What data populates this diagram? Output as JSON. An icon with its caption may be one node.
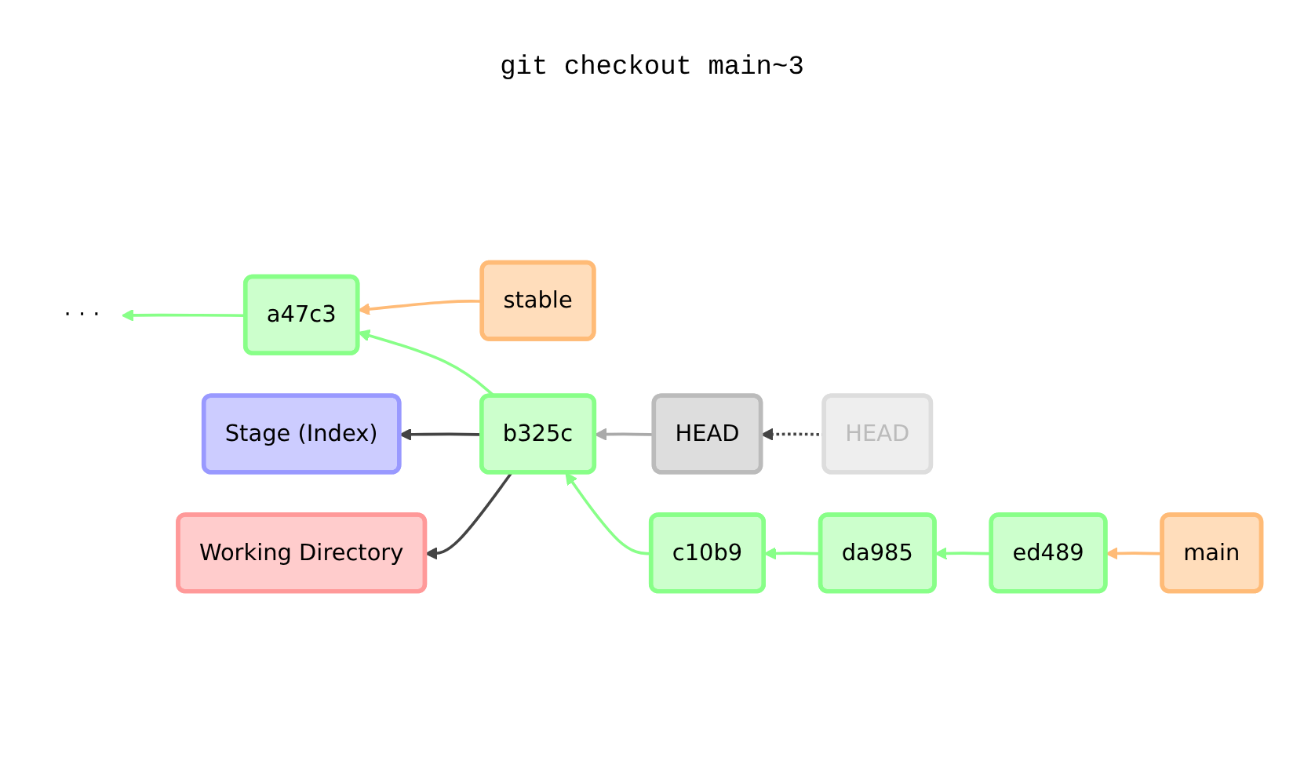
{
  "diagram": {
    "title": "git checkout main~3",
    "nodes": [
      {
        "text": [
          "· · ·"
        ]
      },
      {
        "text": [
          "HEAD"
        ]
      },
      {
        "text": [
          "stable"
        ]
      },
      {
        "text": [
          "HEAD"
        ]
      },
      {
        "text": [
          "main"
        ]
      },
      {
        "text": [
          "a47c3"
        ]
      },
      {
        "text": [
          "b325c"
        ]
      },
      {
        "text": [
          "c10b9"
        ]
      },
      {
        "text": [
          "da985"
        ]
      },
      {
        "text": [
          "ed489"
        ]
      },
      {
        "text": [
          "Stage (Index)"
        ]
      },
      {
        "text": [
          "Working Directory"
        ]
      }
    ],
    "edges": [
      {
        "from": 1,
        "to": 3,
        "arrow": "to",
        "style": "dashed",
        "color": "#444444"
      },
      {
        "from": 2,
        "to": 5,
        "arrow": "to",
        "color": "#ffbb77"
      },
      {
        "from": 3,
        "to": 6,
        "arrow": "to",
        "color": "#aaaaaa"
      },
      {
        "from": 4,
        "to": 9,
        "arrow": "to",
        "color": "#ffbb77"
      },
      {
        "from": 9,
        "to": 8,
        "arrow": "to"
      },
      {
        "from": 8,
        "to": 7,
        "arrow": "to"
      },
      {
        "from": 7,
        "to": 6,
        "arrow": "to"
      },
      {
        "from": 6,
        "to": 5,
        "arrow": "to"
      },
      {
        "from": 5,
        "to": 0,
        "arrow": "to"
      },
      {
        "from": 6,
        "to": 10,
        "arrow": "to",
        "color": "#444444"
      },
      {
        "from": 6,
        "to": 11,
        "arrow": "to",
        "color": "#444444"
      }
    ]
  }
}
